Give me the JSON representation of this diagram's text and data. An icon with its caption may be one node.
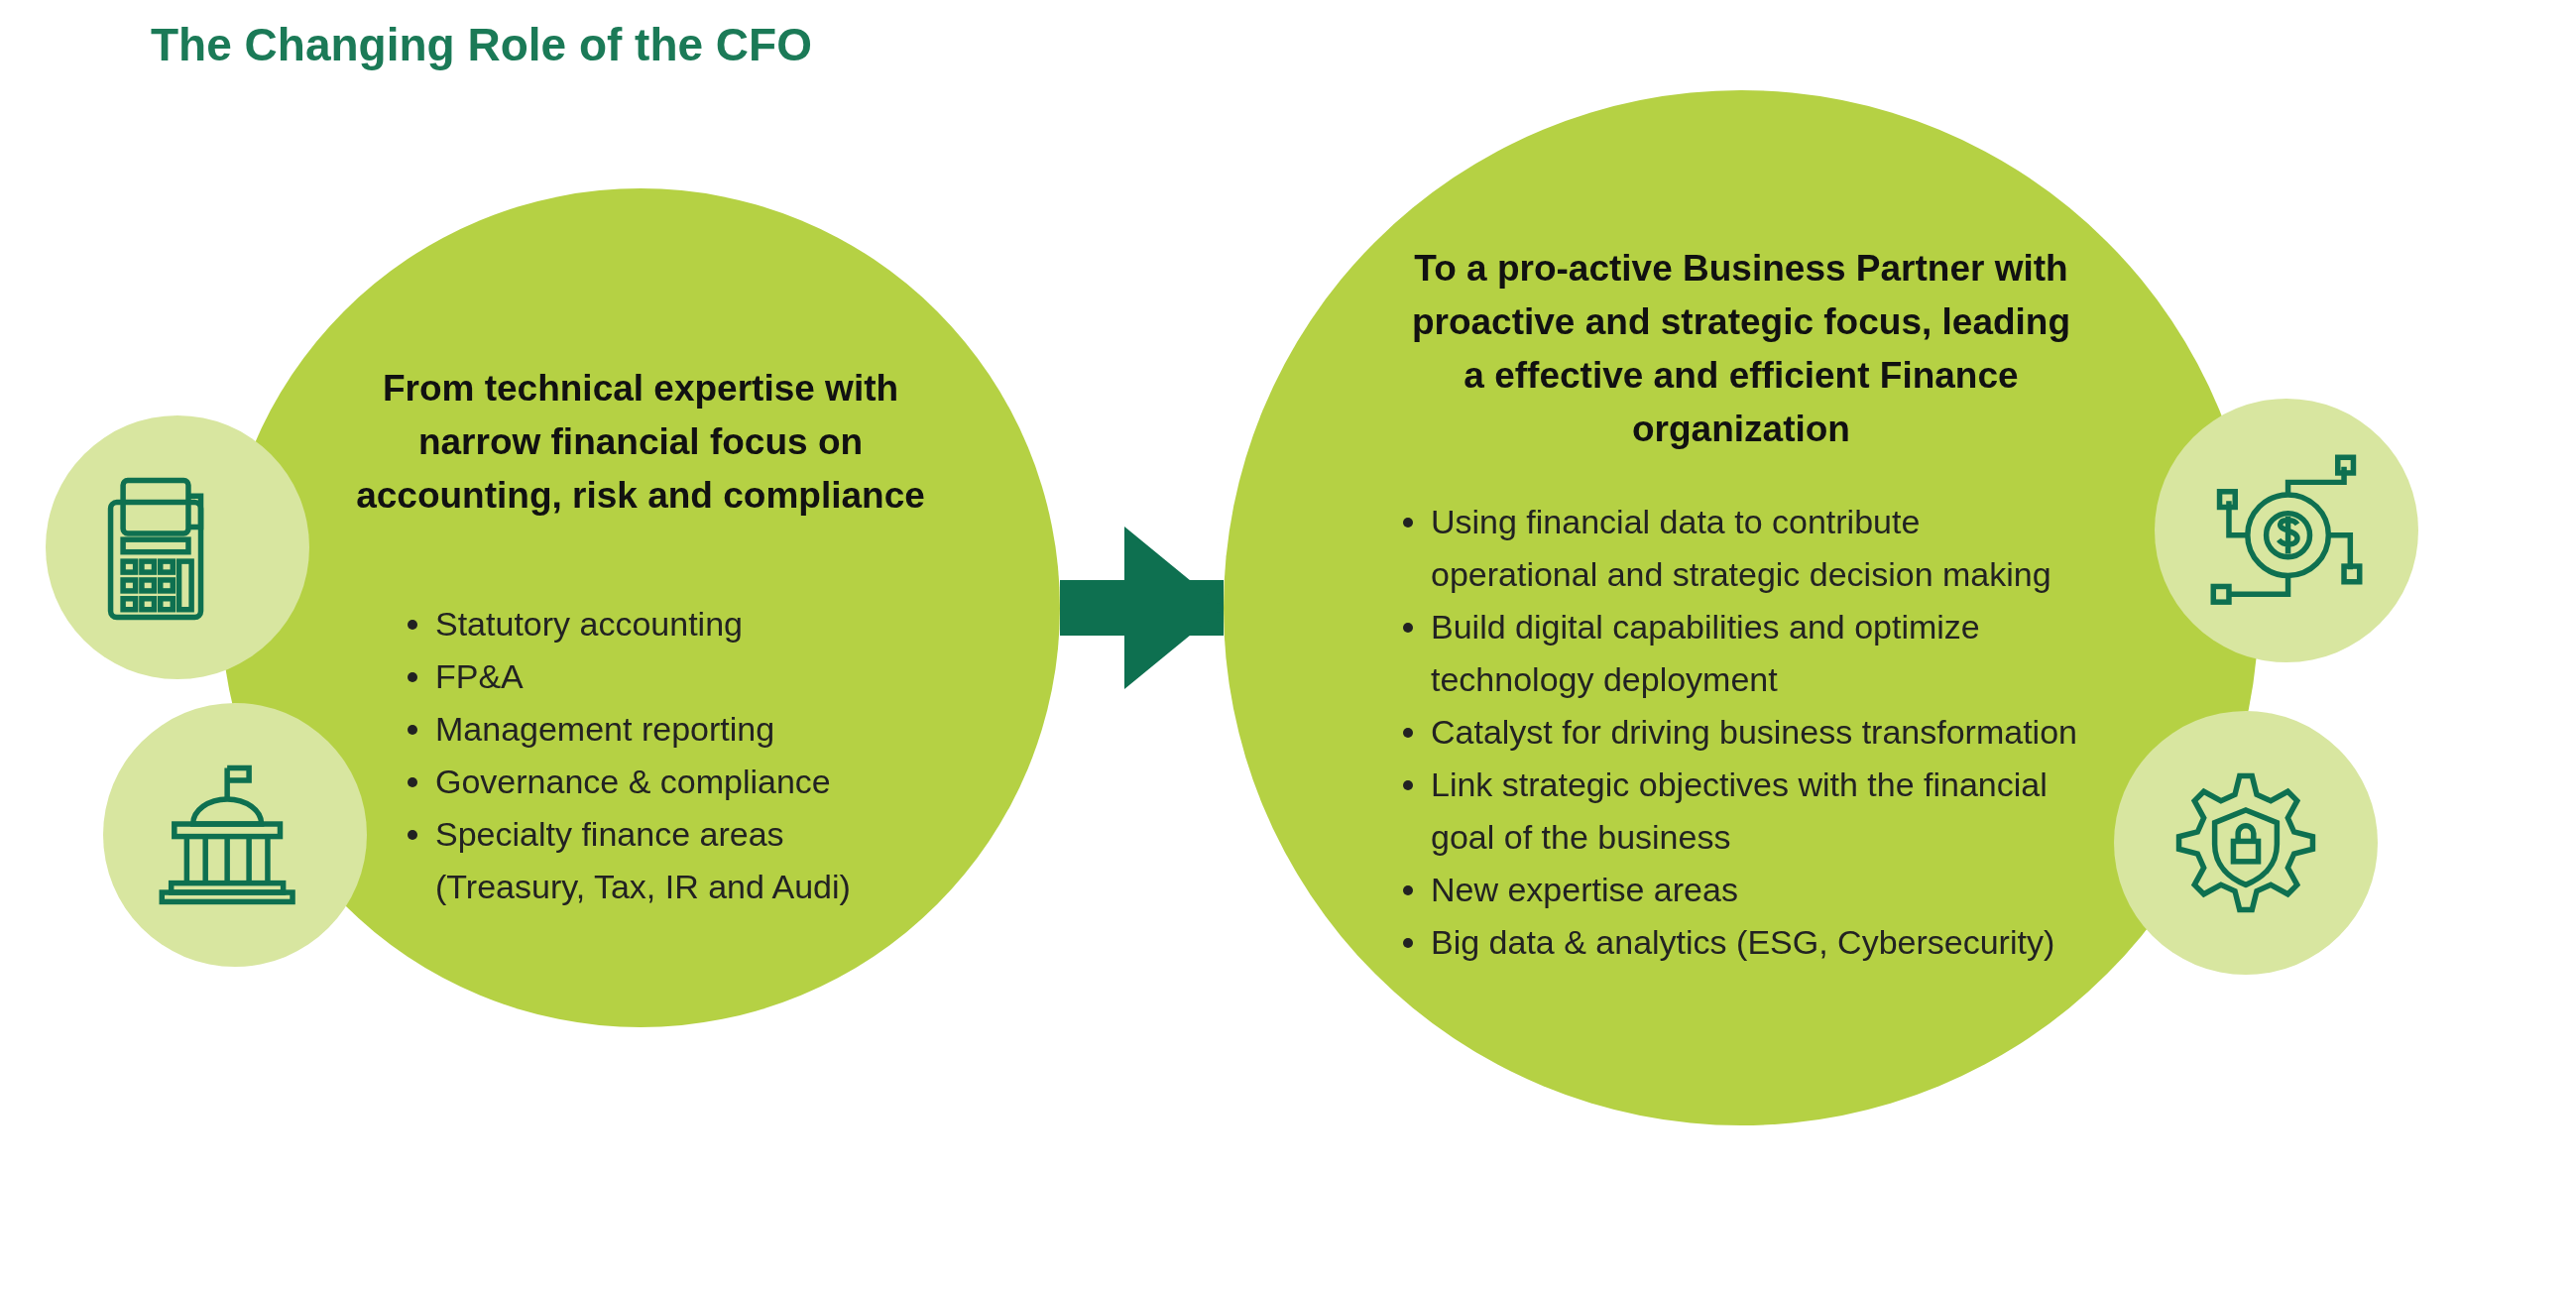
{
  "diagram": {
    "title": "The Changing Role of the CFO",
    "nodes": [
      {
        "text": [
          "From technical expertise with narrow financial focus on accounting, risk and compliance",
          "Statutory accounting",
          "FP&A",
          "Management reporting",
          "Governance & compliance",
          "Specialty finance areas (Treasury, Tax, IR and Audi)"
        ]
      },
      {
        "text": [
          "To a pro-active Business Partner with proactive and strategic focus, leading a effective and efficient Finance organization",
          "Using financial data to contribute operational and strategic decision making",
          "Build digital capabilities and optimize technology deployment",
          "Catalyst for driving business transformation",
          "Link strategic objectives with the financial goal of the business",
          "New expertise areas",
          "Big data & analytics (ESG, Cybersecurity)"
        ]
      }
    ],
    "edges": [
      {
        "from": 0,
        "to": 1,
        "arrow": "to"
      }
    ]
  }
}
